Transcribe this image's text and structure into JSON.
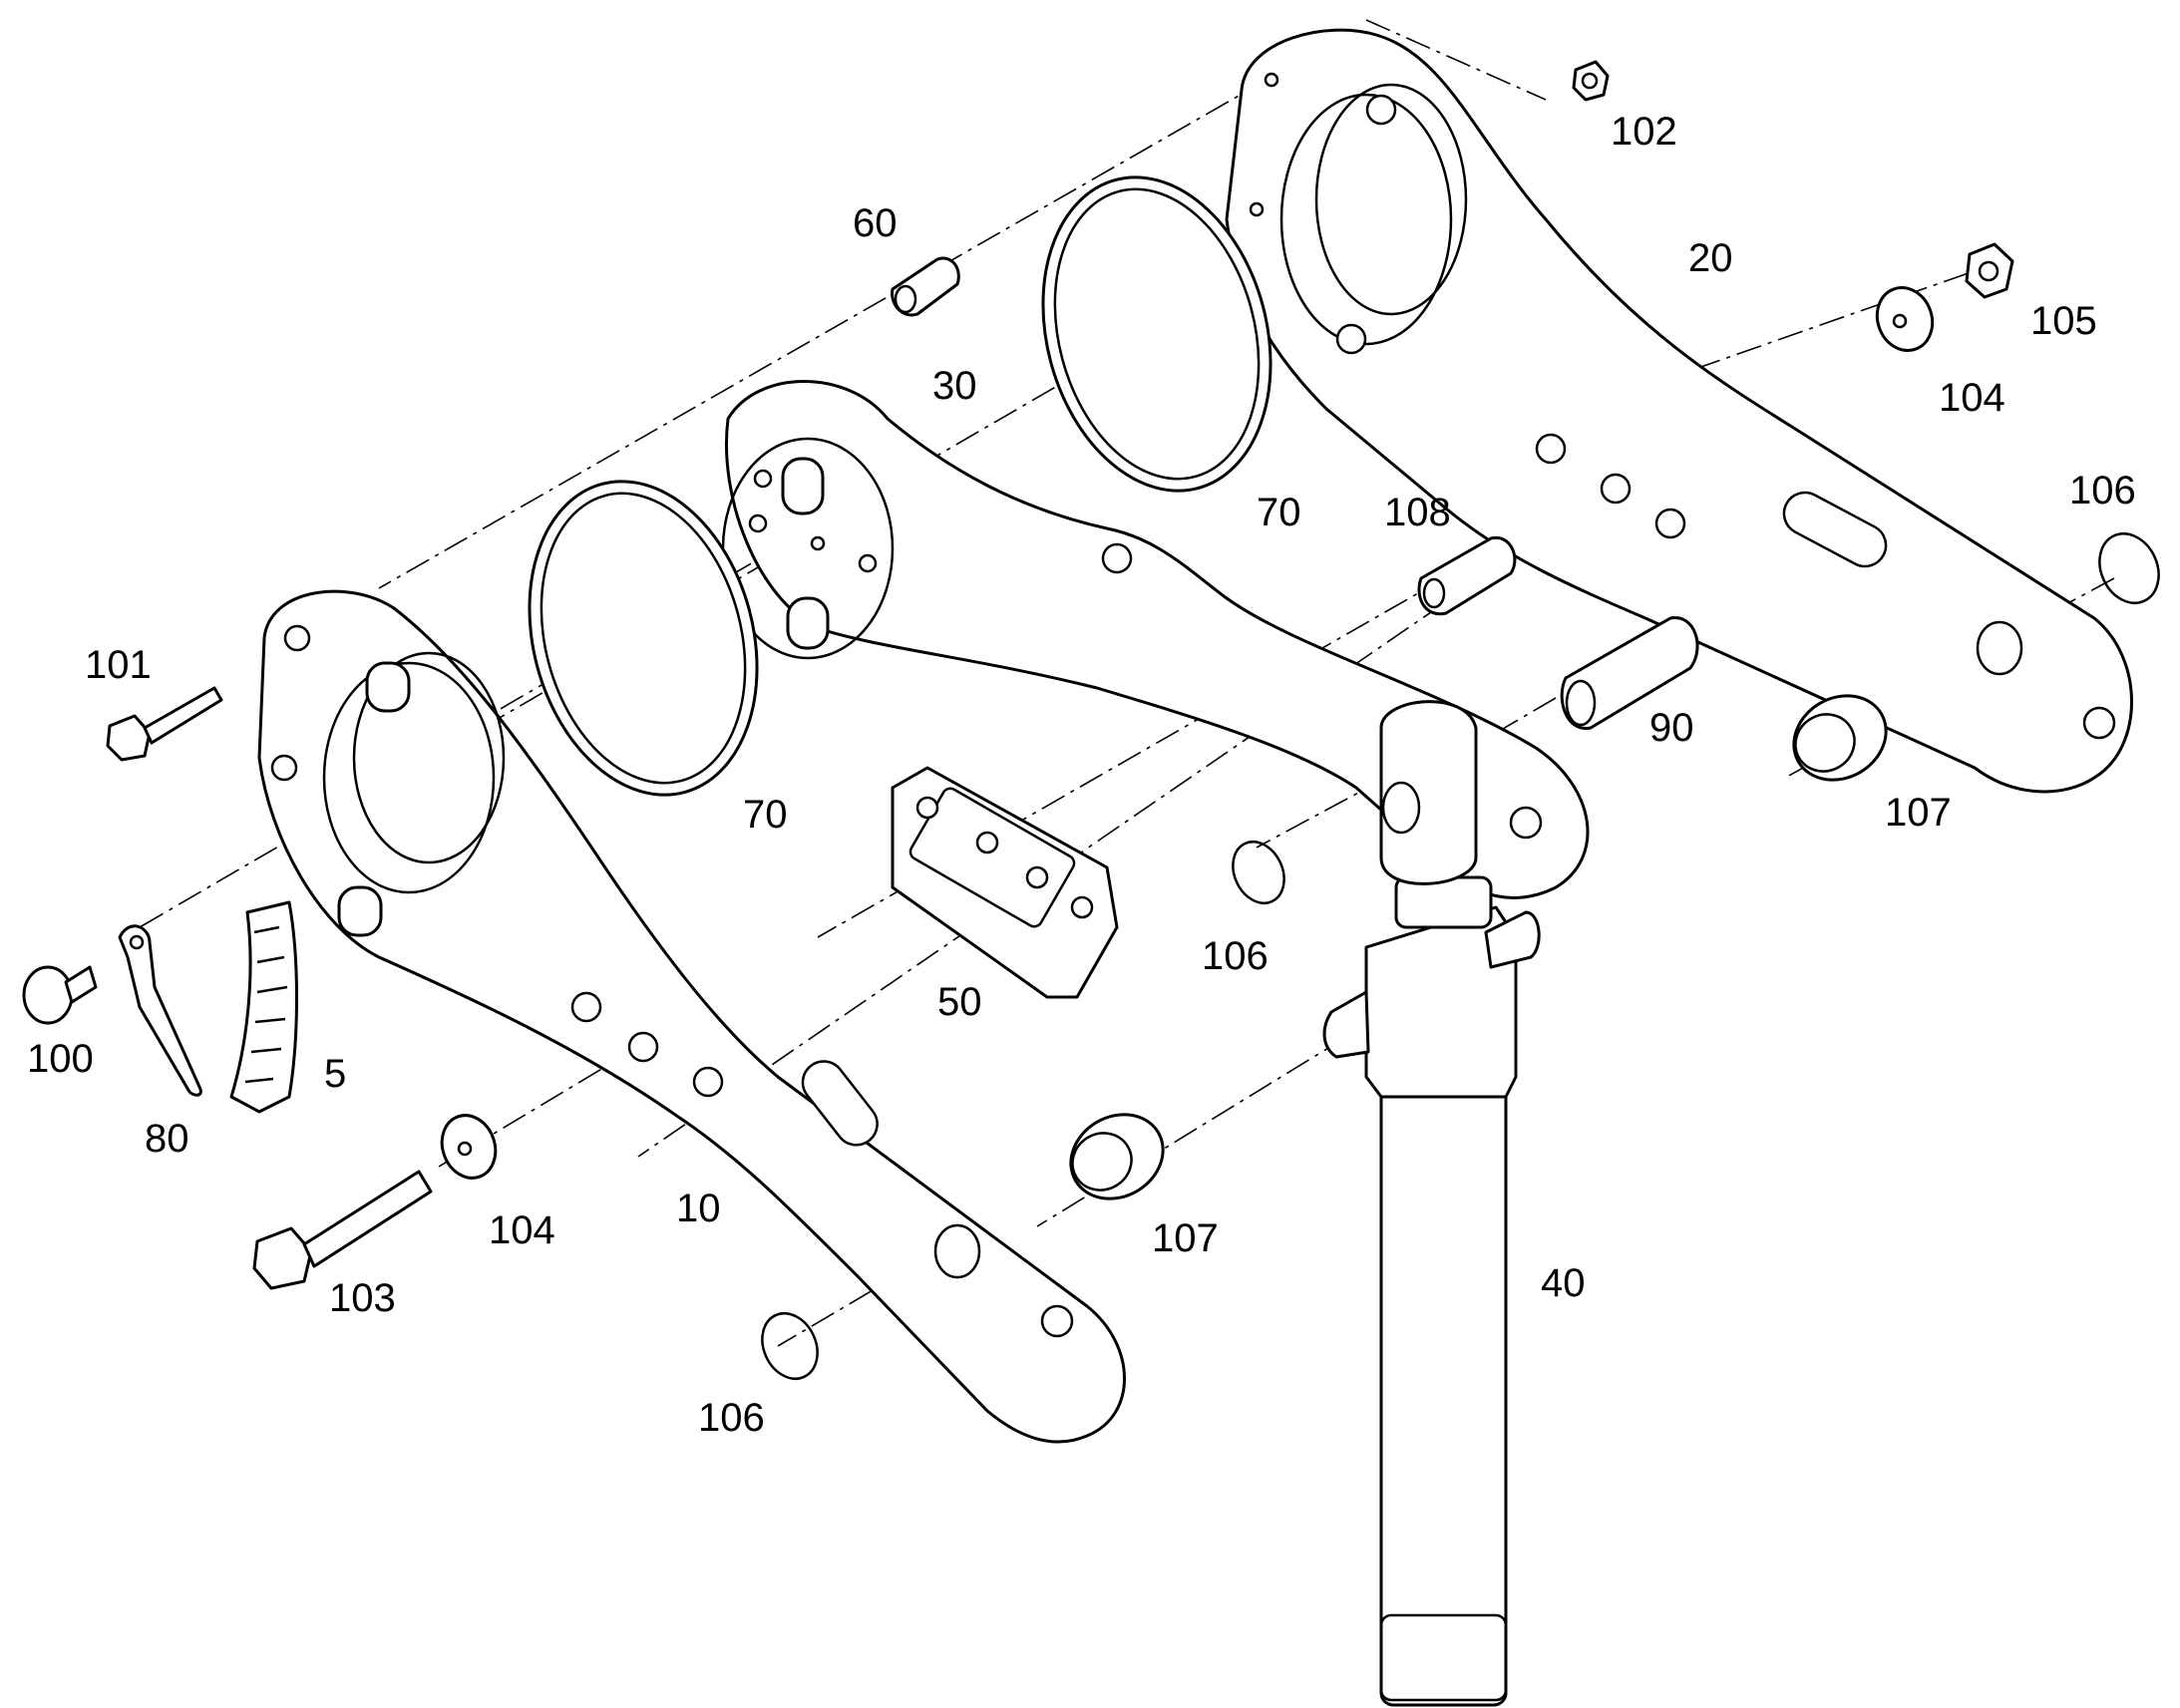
{
  "callouts": {
    "c5": "5",
    "c10": "10",
    "c20": "20",
    "c30": "30",
    "c40": "40",
    "c50": "50",
    "c60": "60",
    "c70a": "70",
    "c70b": "70",
    "c80": "80",
    "c90": "90",
    "c100": "100",
    "c101": "101",
    "c102": "102",
    "c103": "103",
    "c104a": "104",
    "c104b": "104",
    "c105": "105",
    "c106a": "106",
    "c106b": "106",
    "c106c": "106",
    "c107a": "107",
    "c107b": "107",
    "c108": "108"
  },
  "colors": {
    "line": "#000000",
    "background": "#ffffff"
  }
}
